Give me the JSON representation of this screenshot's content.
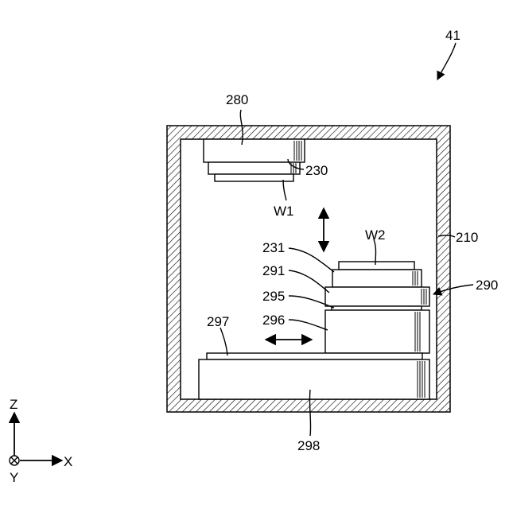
{
  "figure": {
    "ref_number": "41",
    "labels": {
      "l280": "280",
      "l230": "230",
      "lW1": "W1",
      "l210": "210",
      "lW2": "W2",
      "l231": "231",
      "l291": "291",
      "l290": "290",
      "l295": "295",
      "l296": "296",
      "l297": "297",
      "l298": "298"
    },
    "axes": {
      "z": "Z",
      "x": "X",
      "y": "Y"
    }
  },
  "icons": {
    "vertical_arrow": "double-headed-arrow",
    "horizontal_arrow": "double-headed-arrow",
    "axis_y": "circle-with-cross (into page)"
  }
}
